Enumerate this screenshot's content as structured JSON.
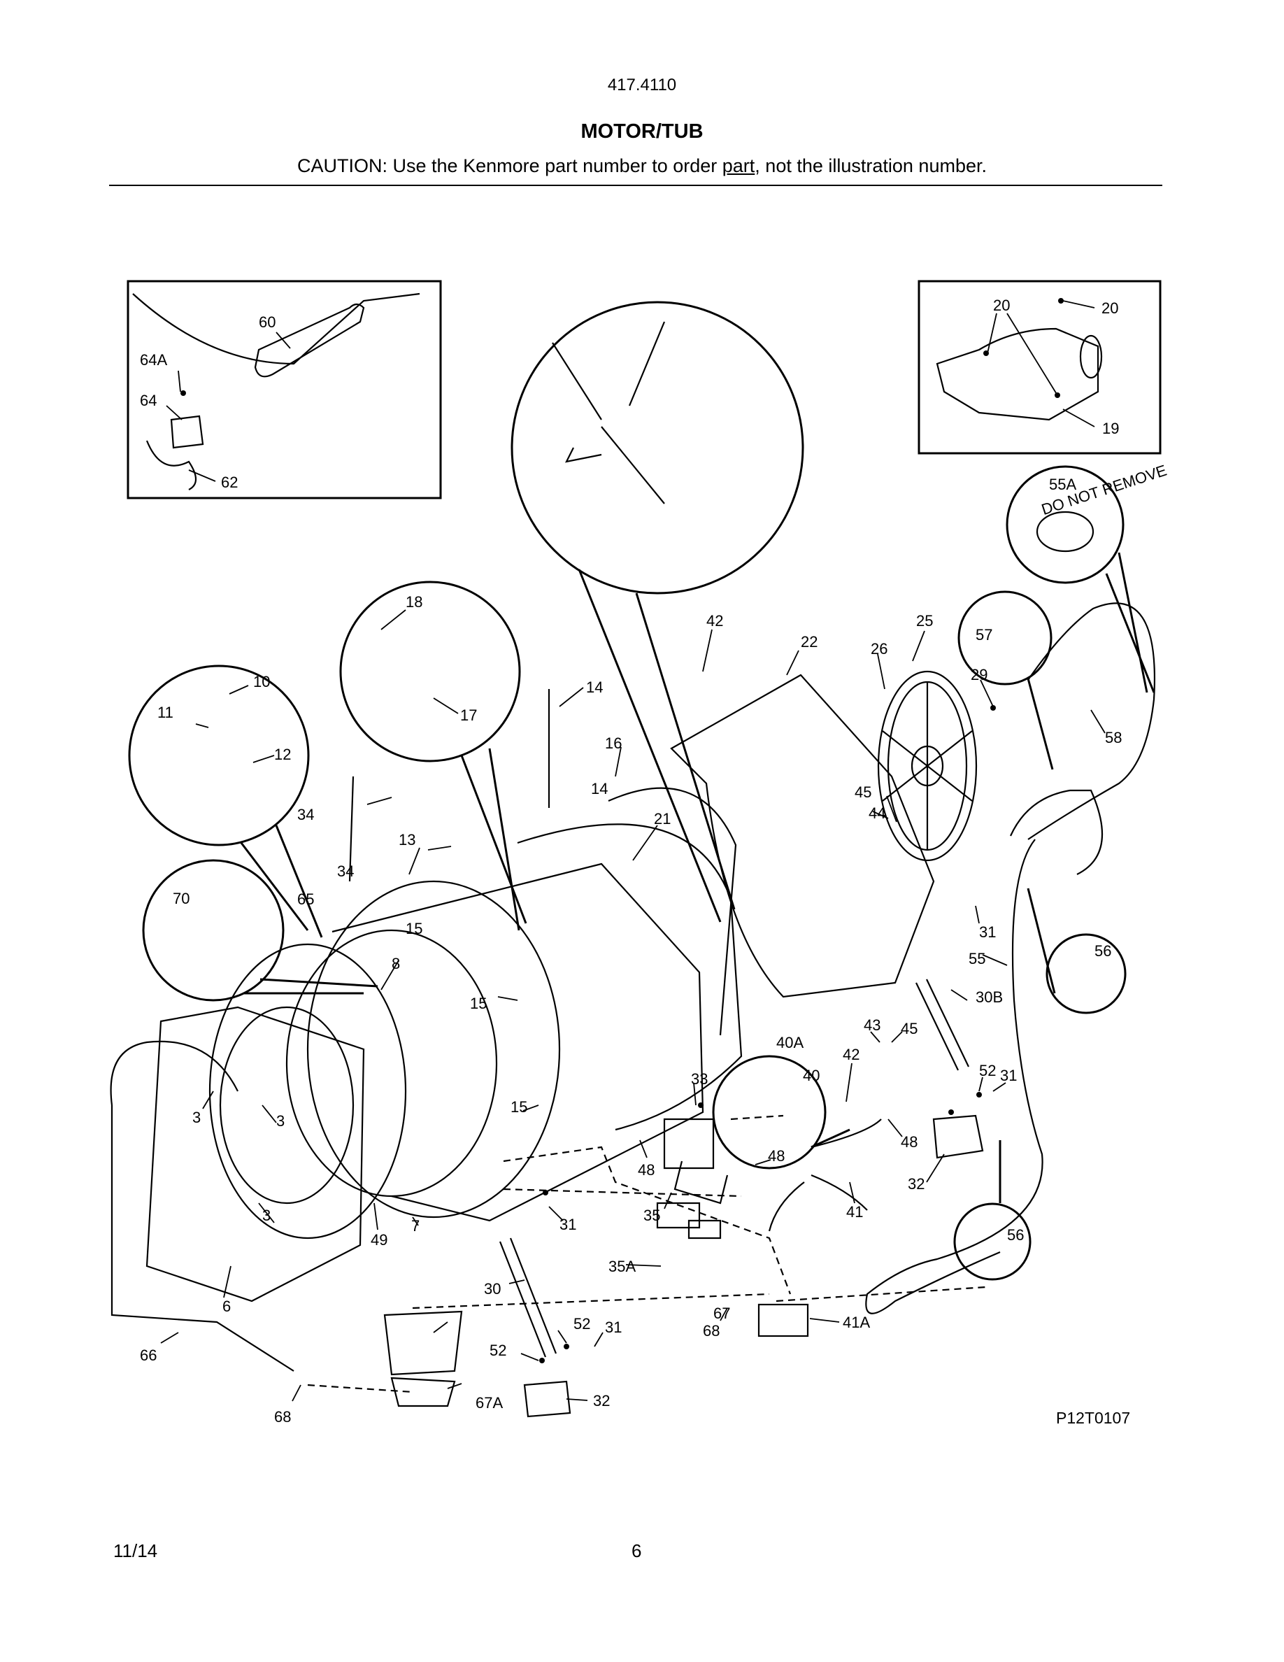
{
  "header": {
    "model": "417.4110",
    "title": "MOTOR/TUB",
    "caution_before": "CAUTION: Use the Kenmore part number to order ",
    "caution_link": "part",
    "caution_after": ", not the illustration number."
  },
  "footer": {
    "date": "11/14",
    "page": "6"
  },
  "diagram_code": "P12T0107",
  "inset_labels": {
    "pump_top": [
      "60",
      "64A",
      "64",
      "62"
    ],
    "motor_top": [
      "20",
      "20",
      "19"
    ],
    "spider": [],
    "c55a": [
      "55A"
    ],
    "c57": [
      "57"
    ],
    "c18": [
      "18",
      "17"
    ],
    "c10": [
      "10",
      "11",
      "12"
    ],
    "c70": [
      "70"
    ],
    "c40": [
      "40A",
      "40"
    ],
    "c56a": [
      "56"
    ],
    "c56b": [
      "56"
    ]
  },
  "callouts": [
    "42",
    "22",
    "26",
    "25",
    "29",
    "58",
    "14",
    "16",
    "45",
    "44",
    "14",
    "34",
    "13",
    "21",
    "65",
    "34",
    "15",
    "8",
    "31",
    "55",
    "30B",
    "15",
    "43",
    "45",
    "42",
    "52",
    "31",
    "33",
    "15",
    "3",
    "3",
    "48",
    "48",
    "3",
    "48",
    "41",
    "32",
    "31",
    "35",
    "49",
    "7",
    "6",
    "35A",
    "30",
    "67",
    "52",
    "31",
    "68",
    "41A",
    "52",
    "66",
    "67A",
    "32",
    "68",
    "DO NOT REMOVE"
  ]
}
